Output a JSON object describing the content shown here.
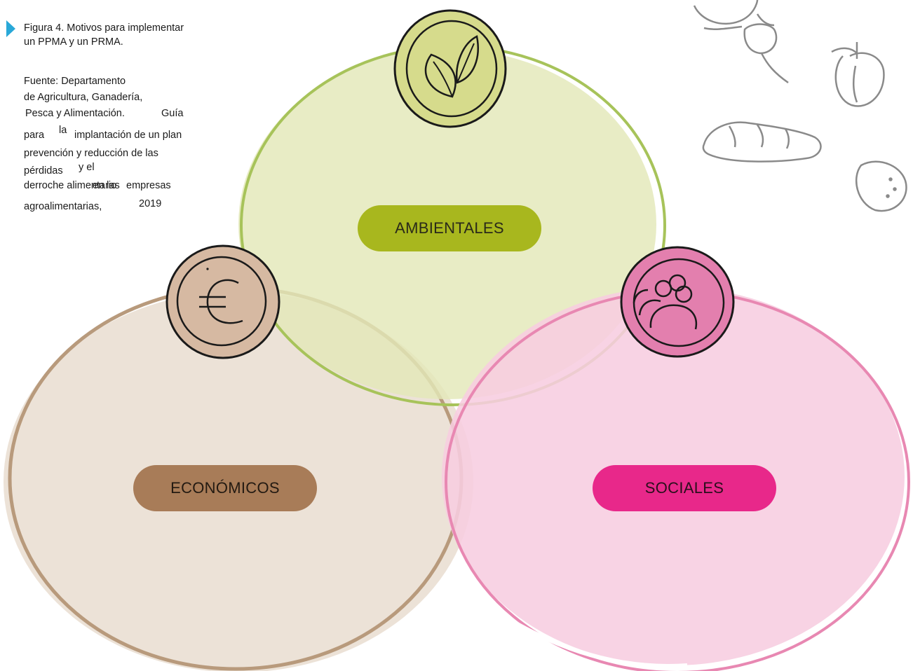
{
  "caption": {
    "line1": "Figura 4. Motivos para implementar",
    "line2": "un PPMA y un PRMA.",
    "source_lines": [
      "Fuente: Departamento",
      "de Agricultura, Ganadería,",
      "Pesca y Alimentación.",
      "Guía",
      "para",
      "la",
      "implantación de un plan",
      "prevención y reducción de las",
      "pérdidas",
      "y el",
      "derroche alimentario",
      "en las",
      "empresas",
      "agroalimentarias,",
      "2019"
    ]
  },
  "circles": {
    "ambientales": {
      "label": "AMBIENTALES",
      "icon": "leaves-icon",
      "fill": "#e3e8b8",
      "stroke": "#a7c35a",
      "badge": "#d6db8c"
    },
    "economicos": {
      "label": "ECONÓMICOS",
      "icon": "euro-icon",
      "fill": "#eae0d4",
      "stroke": "#b89a7c",
      "badge": "#d6b9a2"
    },
    "sociales": {
      "label": "SOCIALES",
      "icon": "people-icon",
      "fill": "#f7d3e3",
      "stroke": "#e888b2",
      "badge": "#e37fae"
    }
  },
  "decorations": [
    "radish-icon",
    "peach-icon",
    "bread-icon",
    "lemon-icon"
  ]
}
